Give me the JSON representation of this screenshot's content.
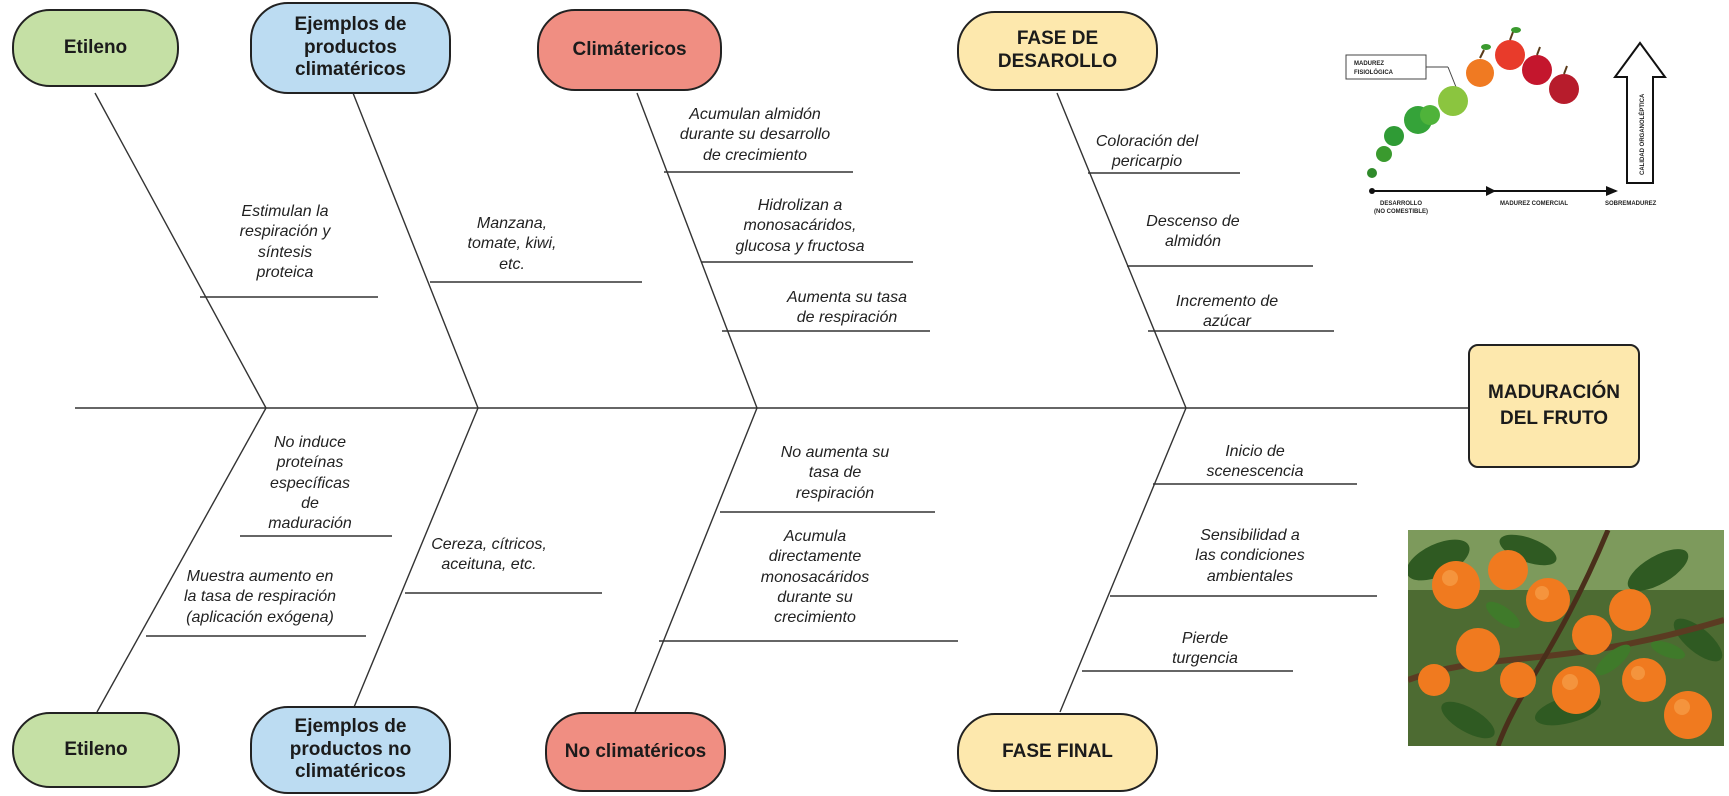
{
  "effect": "MADURACIÓN\nDEL FRUTO",
  "categories": {
    "top": [
      {
        "title": "Etileno",
        "color": "#c5e0a5",
        "causes": [
          "Estimulan la\nrespiración y\nsíntesis\nproteica"
        ]
      },
      {
        "title": "Ejemplos de\nproductos\nclimatéricos",
        "color": "#bcdcf2",
        "causes": [
          "Manzana,\ntomate, kiwi,\netc."
        ]
      },
      {
        "title": "Climátericos",
        "color": "#f08e82",
        "causes": [
          "Acumulan almidón\ndurante su desarrollo\nde crecimiento",
          "Hidrolizan a\nmonosacáridos,\nglucosa y fructosa",
          "Aumenta su tasa\nde respiración"
        ]
      },
      {
        "title": "FASE DE\nDESAROLLO",
        "color": "#fde8ad",
        "causes": [
          "Coloración del\npericarpio",
          "Descenso de\nalmidón",
          "Incremento de\nazúcar"
        ]
      }
    ],
    "bottom": [
      {
        "title": "Etileno",
        "color": "#c5e0a5",
        "causes": [
          "No induce\nproteínas\nespecíficas\nde\nmaduración",
          "Muestra aumento en\nla tasa de respiración\n(aplicación exógena)"
        ]
      },
      {
        "title": "Ejemplos de\nproductos no\nclimatéricos",
        "color": "#bcdcf2",
        "causes": [
          "Cereza, cítricos,\naceituna, etc."
        ]
      },
      {
        "title": "No climatéricos",
        "color": "#f08e82",
        "causes": [
          "No aumenta su\ntasa de\nrespiración",
          "Acumula\ndirectamente\nmonosacáridos\ndurante su\ncrecimiento"
        ]
      },
      {
        "title": "FASE FINAL",
        "color": "#fde8ad",
        "causes": [
          "Inicio de\nscenescencia",
          "Sensibilidad a\nlas condiciones\nambientales",
          "Pierde\nturgencia"
        ]
      }
    ]
  },
  "ripening_graphic": {
    "callout": "MADUREZ\nFISIOLÓGICA",
    "axis_labels": [
      "DESARROLLO",
      "(NO COMESTIBLE)",
      "MADUREZ COMERCIAL",
      "SOBREMADUREZ"
    ],
    "y_label": "CALIDAD ORGANOLÉPTICA"
  }
}
